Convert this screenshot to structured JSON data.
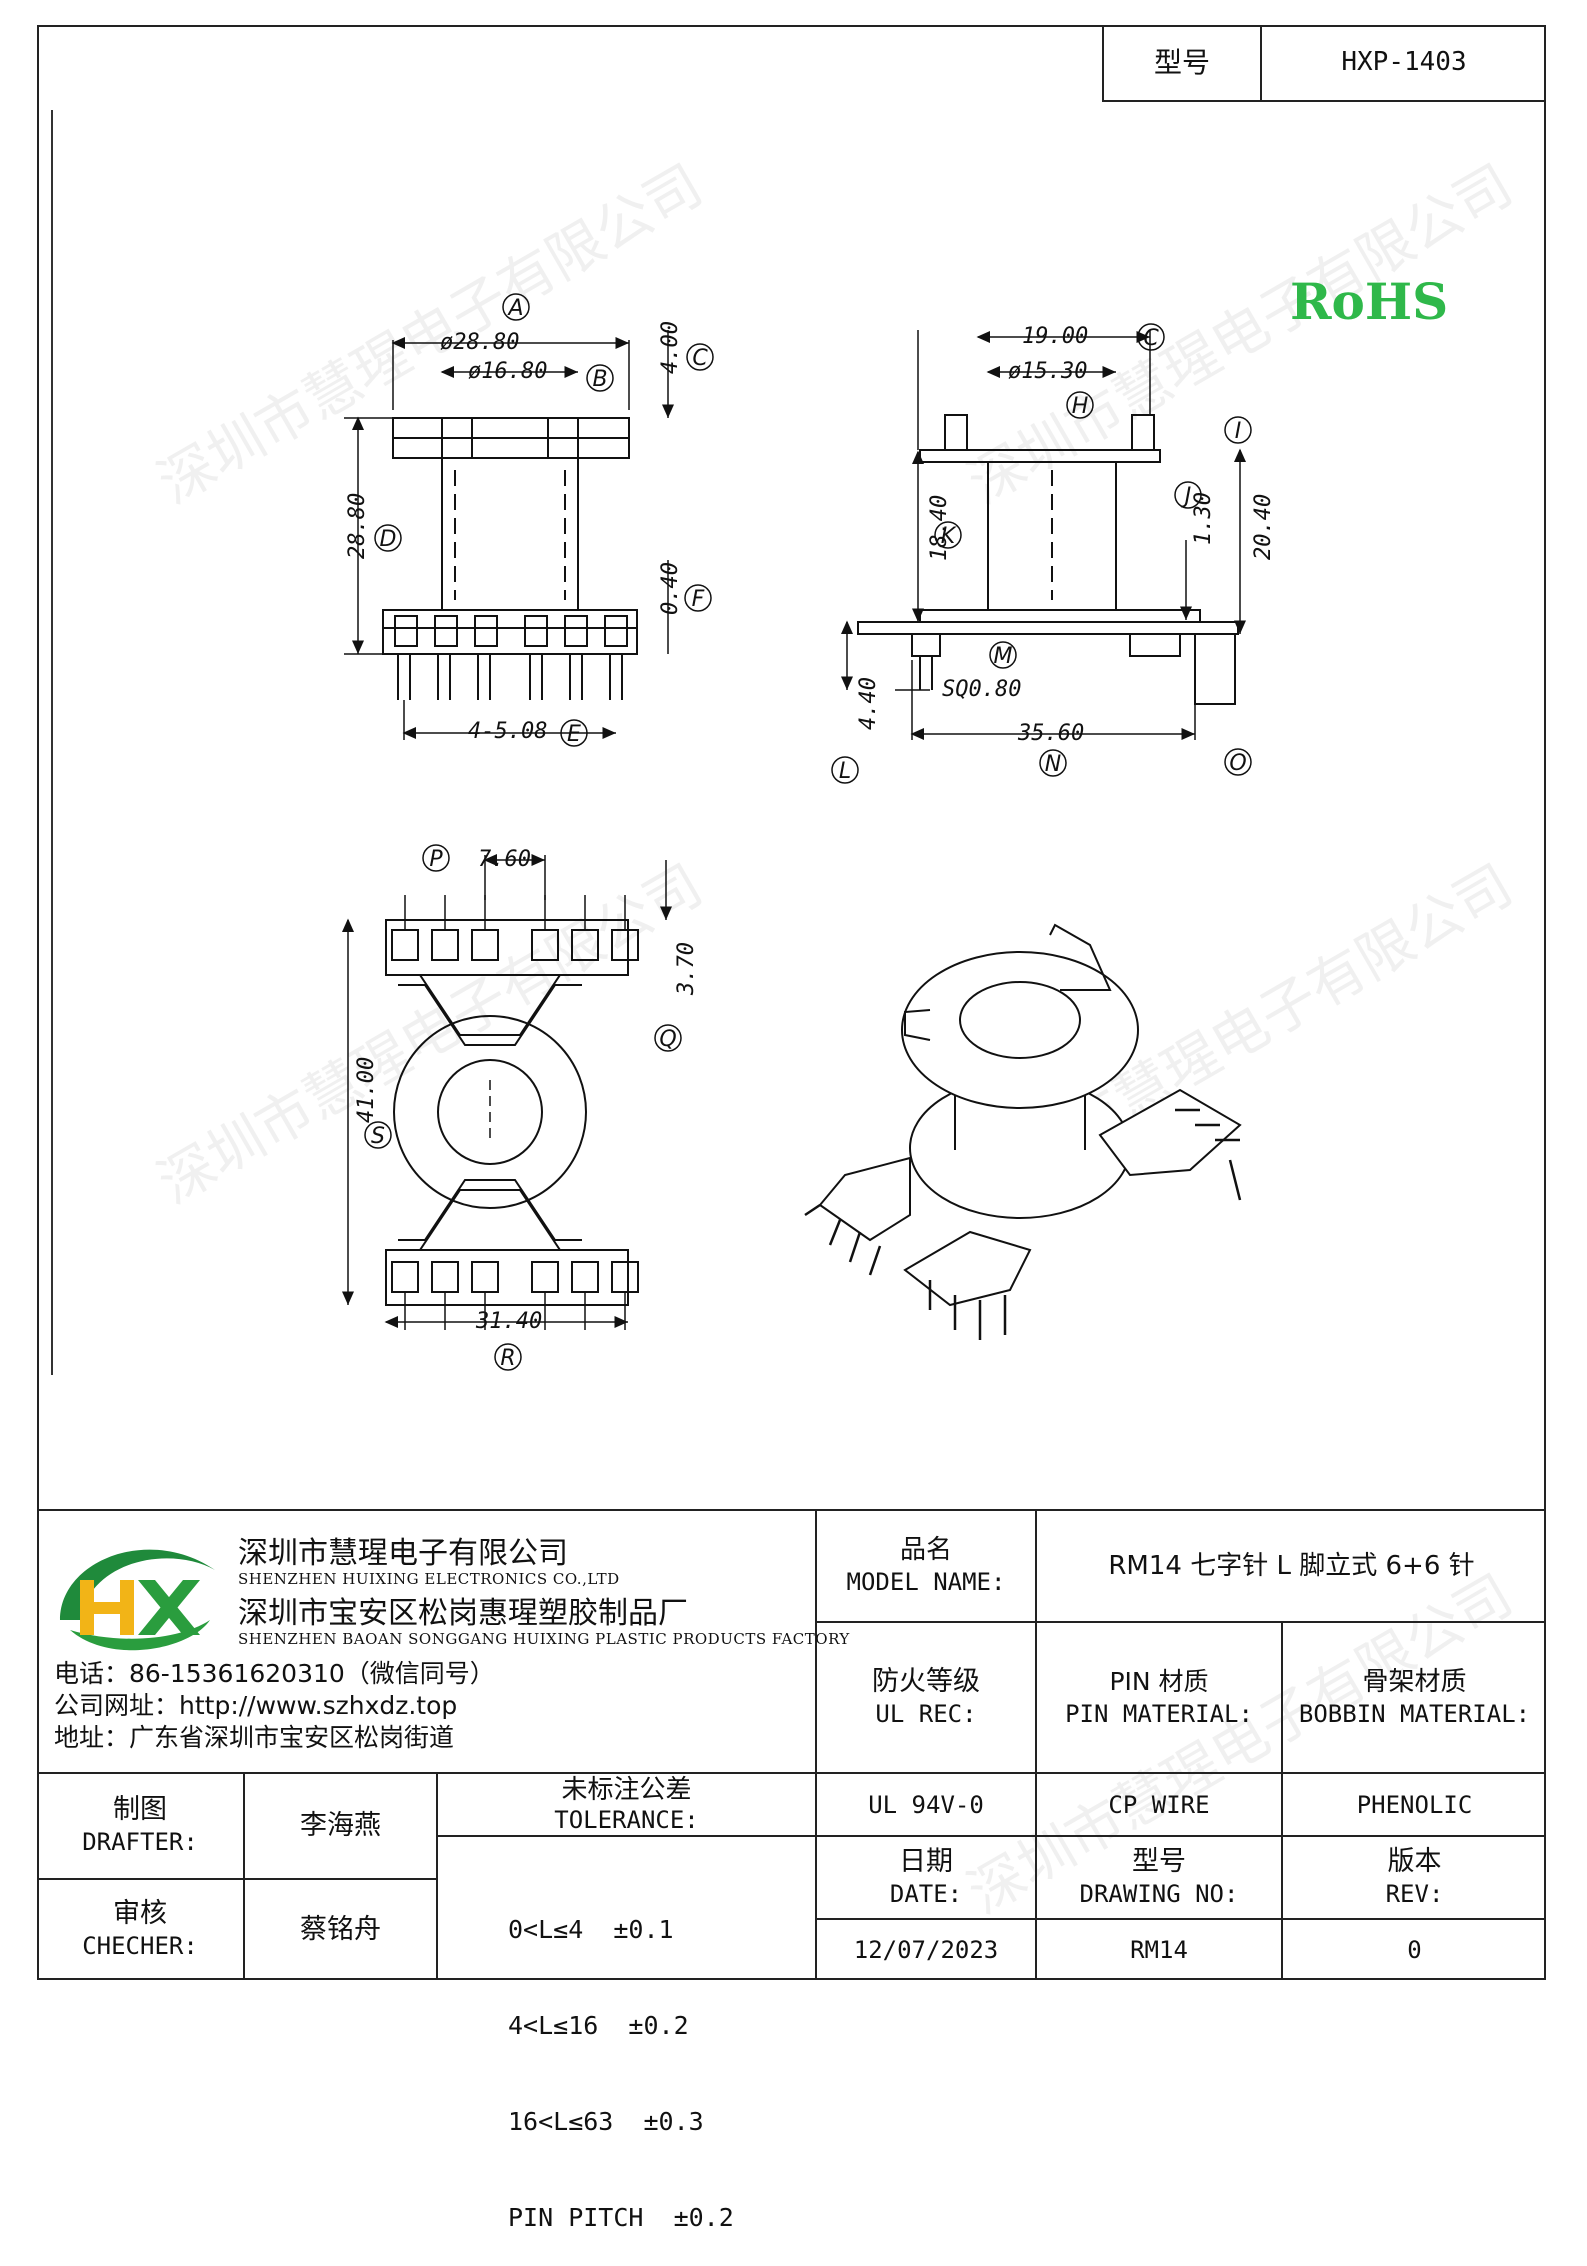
{
  "header": {
    "model_label": "型号",
    "model_value": "HXP-1403"
  },
  "badge": {
    "rohs": "RoHS",
    "rohs_color": "#2fb84a"
  },
  "watermark": "深圳市慧瑆电子有限公司",
  "dimensions": {
    "a": "ø28.80",
    "b": "ø16.80",
    "c": "4.00",
    "d": "28.80",
    "f": "0.40",
    "e": "4-5.08",
    "side_top": "19.00",
    "h": "ø15.30",
    "k": "18.40",
    "j": "1.30",
    "i": "20.40",
    "m": "SQ0.80",
    "l": "4.40",
    "n": "35.60",
    "p": "7.60",
    "q": "3.70",
    "s": "41.00",
    "r": "31.40"
  },
  "callouts": [
    "A",
    "B",
    "C",
    "D",
    "E",
    "F",
    "H",
    "I",
    "J",
    "K",
    "L",
    "M",
    "N",
    "O",
    "P",
    "Q",
    "R",
    "S"
  ],
  "company": {
    "name_cn": "深圳市慧瑆电子有限公司",
    "name_en": "SHENZHEN HUIXING ELECTRONICS CO.,LTD",
    "factory_cn": "深圳市宝安区松岗惠瑆塑胶制品厂",
    "factory_en": "SHENZHEN BAOAN SONGGANG HUIXING PLASTIC PRODUCTS FACTORY",
    "phone": "电话：86-15361620310（微信同号）",
    "website": "公司网址：http://www.szhxdz.top",
    "address": "地址：广东省深圳市宝安区松岗街道",
    "logo_text": "HX",
    "logo_colors": {
      "h": "#f2b417",
      "x": "#2a9d3e",
      "swoosh": "#1f8a3b"
    }
  },
  "titleblock": {
    "model_name_cn": "品名",
    "model_name_en": "MODEL NAME:",
    "model_name_value": "RM14 七字针 L 脚立式 6+6 针",
    "ul_cn": "防火等级",
    "ul_en": "UL REC:",
    "ul_value": "UL 94V-0",
    "pin_cn": "PIN 材质",
    "pin_en": "PIN MATERIAL:",
    "pin_value": "CP WIRE",
    "bobbin_cn": "骨架材质",
    "bobbin_en": "BOBBIN MATERIAL:",
    "bobbin_value": "PHENOLIC",
    "drafter_cn": "制图",
    "drafter_en": "DRAFTER:",
    "drafter_value": "李海燕",
    "checker_cn": "审核",
    "checker_en": "CHECHER:",
    "checker_value": "蔡铭舟",
    "tolerance_cn": "未标注公差",
    "tolerance_en": "TOLERANCE:",
    "tolerances": [
      "0<L≤4  ±0.1",
      "4<L≤16  ±0.2",
      "16<L≤63  ±0.3",
      "PIN PITCH  ±0.2"
    ],
    "date_cn": "日期",
    "date_en": "DATE:",
    "date_value": "12/07/2023",
    "drawing_cn": "型号",
    "drawing_en": "DRAWING NO:",
    "drawing_value": "RM14",
    "rev_cn": "版本",
    "rev_en": "REV:",
    "rev_value": "0"
  }
}
